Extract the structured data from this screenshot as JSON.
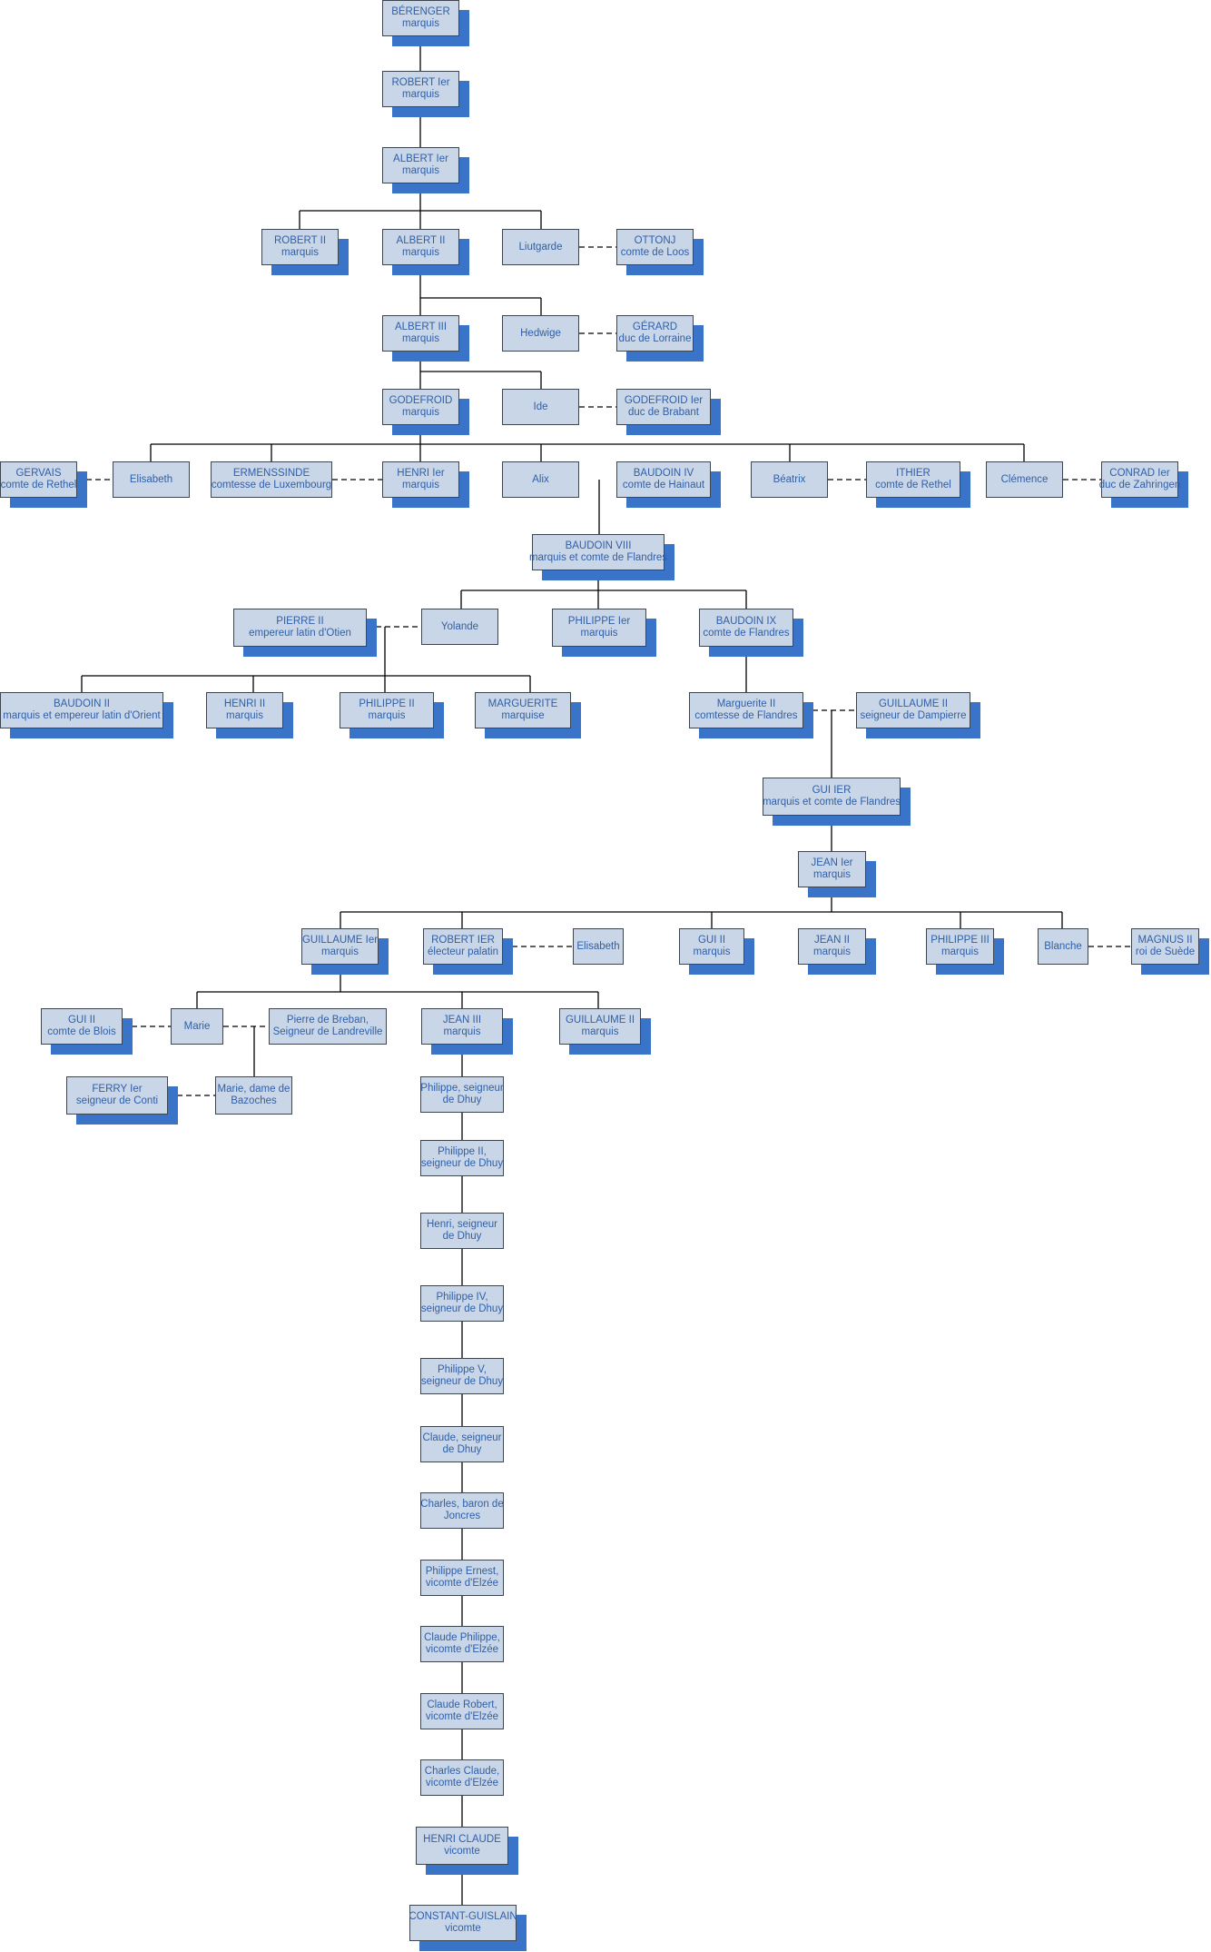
{
  "nodes": [
    {
      "id": "berenger",
      "name": "BÉRENGER",
      "title": "marquis"
    },
    {
      "id": "robert1",
      "name": "ROBERT Ier",
      "title": "marquis"
    },
    {
      "id": "albert1",
      "name": "ALBERT Ier",
      "title": "marquis"
    },
    {
      "id": "robert2",
      "name": "ROBERT II",
      "title": "marquis"
    },
    {
      "id": "albert2",
      "name": "ALBERT II",
      "title": "marquis"
    },
    {
      "id": "liutgarde",
      "name": "Liutgarde",
      "title": ""
    },
    {
      "id": "ottonj",
      "name": "OTTONJ",
      "title": "comte de Loos"
    },
    {
      "id": "albert3",
      "name": "ALBERT III",
      "title": "marquis"
    },
    {
      "id": "hedwige",
      "name": "Hedwige",
      "title": ""
    },
    {
      "id": "gerard",
      "name": "GÉRARD",
      "title": "duc de Lorraine"
    },
    {
      "id": "godefroid",
      "name": "GODEFROID",
      "title": "marquis"
    },
    {
      "id": "ide",
      "name": "Ide",
      "title": ""
    },
    {
      "id": "godefroid1",
      "name": "GODEFROID Ier",
      "title": "duc de Brabant"
    },
    {
      "id": "gervais",
      "name": "GERVAIS",
      "title": "comte de Rethel"
    },
    {
      "id": "elisabeth1",
      "name": "Elisabeth",
      "title": ""
    },
    {
      "id": "ermenssinde",
      "name": "ERMENSSINDE",
      "title": "comtesse de Luxembourg"
    },
    {
      "id": "henri1",
      "name": "HENRI Ier",
      "title": "marquis"
    },
    {
      "id": "alix",
      "name": "Alix",
      "title": ""
    },
    {
      "id": "baudoin4",
      "name": "BAUDOIN IV",
      "title": "comte de Hainaut"
    },
    {
      "id": "beatrix",
      "name": "Béatrix",
      "title": ""
    },
    {
      "id": "ithier",
      "name": "ITHIER",
      "title": "comte de Rethel"
    },
    {
      "id": "clemence",
      "name": "Clémence",
      "title": ""
    },
    {
      "id": "conrad1",
      "name": "CONRAD Ier",
      "title": "duc de Zahringen"
    },
    {
      "id": "baudoin8",
      "name": "BAUDOIN VIII",
      "title": "marquis et comte de Flandres"
    },
    {
      "id": "pierre2",
      "name": "PIERRE II",
      "title": "empereur latin d'Otien"
    },
    {
      "id": "yolande",
      "name": "Yolande",
      "title": ""
    },
    {
      "id": "philippe1",
      "name": "PHILIPPE Ier",
      "title": "marquis"
    },
    {
      "id": "baudoin9",
      "name": "BAUDOIN IX",
      "title": "comte de Flandres"
    },
    {
      "id": "baudoin2",
      "name": "BAUDOIN II",
      "title": "marquis et empereur latin d'Orient"
    },
    {
      "id": "henri2",
      "name": "HENRI II",
      "title": "marquis"
    },
    {
      "id": "philippe2",
      "name": "PHILIPPE II",
      "title": "marquis"
    },
    {
      "id": "marguerite",
      "name": "MARGUERITE",
      "title": "marquise"
    },
    {
      "id": "marguerite2",
      "name": "Marguerite II",
      "title": "comtesse de Flandres"
    },
    {
      "id": "guillaume2d",
      "name": "GUILLAUME II",
      "title": "seigneur de Dampierre"
    },
    {
      "id": "gui1",
      "name": "GUI IER",
      "title": "marquis et comte de Flandres"
    },
    {
      "id": "jean1",
      "name": "JEAN Ier",
      "title": "marquis"
    },
    {
      "id": "guillaume1",
      "name": "GUILLAUME Ier",
      "title": "marquis"
    },
    {
      "id": "robertier",
      "name": "ROBERT IER",
      "title": "électeur palatin"
    },
    {
      "id": "elisabeth2",
      "name": "Elisabeth",
      "title": ""
    },
    {
      "id": "gui2m",
      "name": "GUI II",
      "title": "marquis"
    },
    {
      "id": "jean2",
      "name": "JEAN II",
      "title": "marquis"
    },
    {
      "id": "philippe3",
      "name": "PHILIPPE III",
      "title": "marquis"
    },
    {
      "id": "blanche",
      "name": "Blanche",
      "title": ""
    },
    {
      "id": "magnus2",
      "name": "MAGNUS II",
      "title": "roi de Suède"
    },
    {
      "id": "gui2b",
      "name": "GUI II",
      "title": "comte de Blois"
    },
    {
      "id": "marie1",
      "name": "Marie",
      "title": ""
    },
    {
      "id": "pierrebreban",
      "name": "Pierre de Breban,",
      "title": "Seigneur de Landreville"
    },
    {
      "id": "jean3",
      "name": "JEAN III",
      "title": "marquis"
    },
    {
      "id": "guillaume2m",
      "name": "GUILLAUME II",
      "title": "marquis"
    },
    {
      "id": "ferry1",
      "name": "FERRY Ier",
      "title": "seigneur de Conti"
    },
    {
      "id": "mariebaz",
      "name": "Marie, dame de",
      "title": "Bazoches"
    },
    {
      "id": "phdhuy1",
      "name": "Philippe, seigneur",
      "title": "de Dhuy"
    },
    {
      "id": "phdhuy2",
      "name": "Philippe II,",
      "title": "seigneur de Dhuy"
    },
    {
      "id": "henridhuy",
      "name": "Henri, seigneur",
      "title": "de Dhuy"
    },
    {
      "id": "phdhuy4",
      "name": "Philippe IV,",
      "title": "seigneur de Dhuy"
    },
    {
      "id": "phdhuy5",
      "name": "Philippe V,",
      "title": "seigneur de Dhuy"
    },
    {
      "id": "claudedhuy",
      "name": "Claude, seigneur",
      "title": "de Dhuy"
    },
    {
      "id": "charles",
      "name": "Charles, baron de",
      "title": "Joncres"
    },
    {
      "id": "phernest",
      "name": "Philippe Ernest,",
      "title": "vicomte d'Elzée"
    },
    {
      "id": "claudeph",
      "name": "Claude Philippe,",
      "title": "vicomte d'Elzée"
    },
    {
      "id": "claudero",
      "name": "Claude Robert,",
      "title": "vicomte d'Elzée"
    },
    {
      "id": "charlescl",
      "name": "Charles Claude,",
      "title": "vicomte d'Elzée"
    },
    {
      "id": "henricl",
      "name": "HENRI CLAUDE",
      "title": "vicomte"
    },
    {
      "id": "constant",
      "name": "CONSTANT-GUISLAIN",
      "title": "vicomte"
    }
  ],
  "colors": {
    "box_fill": "#c9d6e8",
    "box_border": "#3d4550",
    "shadow": "#3a74c9",
    "text": "#2f5fa8",
    "line": "#000000"
  }
}
